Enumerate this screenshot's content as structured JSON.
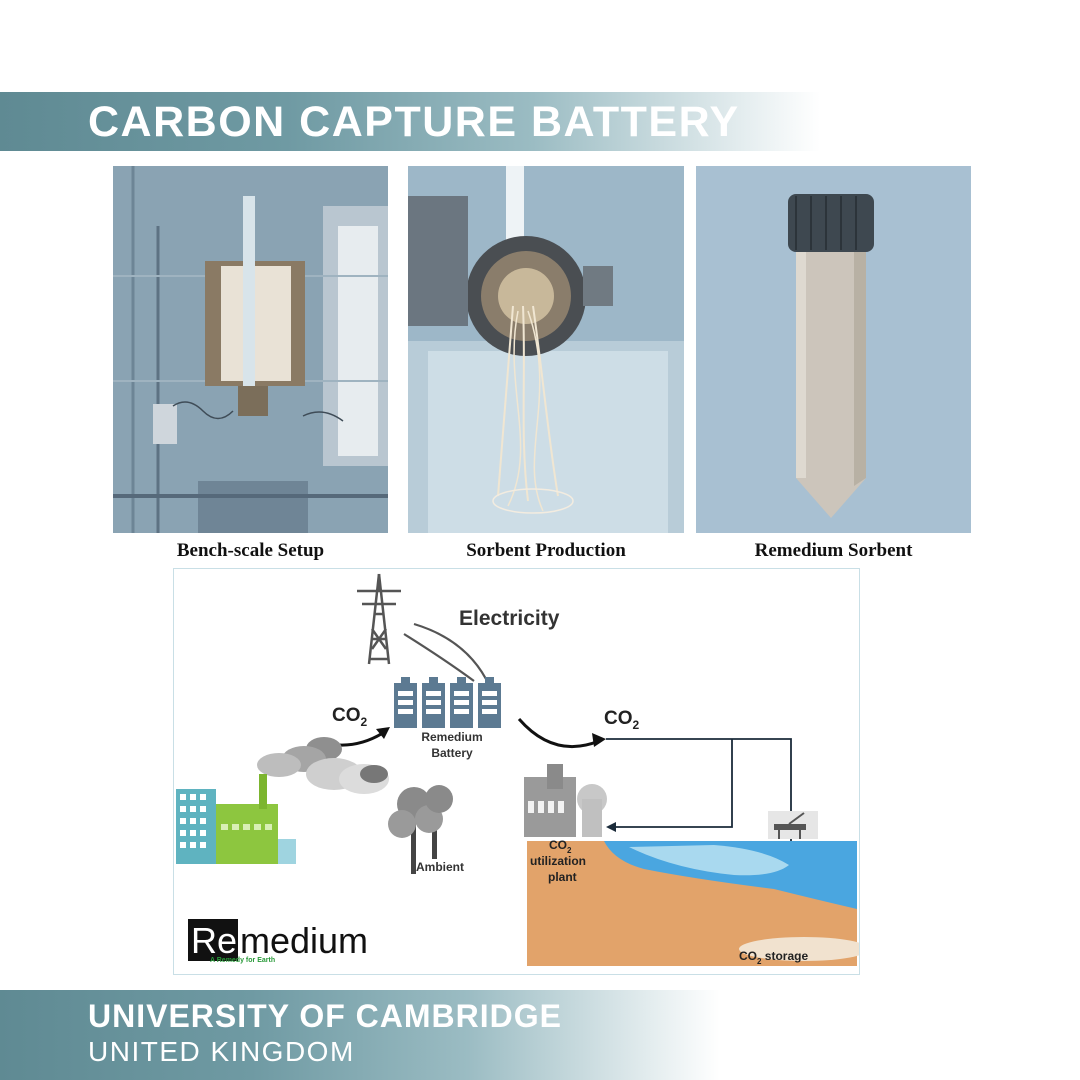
{
  "header": {
    "title": "CARBON CAPTURE BATTERY"
  },
  "photos": [
    {
      "caption": "Bench-scale Setup"
    },
    {
      "caption": "Sorbent Production"
    },
    {
      "caption": "Remedium Sorbent"
    }
  ],
  "diagram": {
    "electricity": "Electricity",
    "co2_left": "CO",
    "co2_right": "CO",
    "subscript": "2",
    "battery_line1": "Remedium",
    "battery_line2": "Battery",
    "ambient": "Ambient",
    "utilization_line1": "CO",
    "utilization_line2": "utilization",
    "utilization_line3": "plant",
    "storage": "CO",
    "storage_suffix": " storage",
    "logo_re": "Re",
    "logo_medium": "medium",
    "logo_tagline": "A Remedy for Earth"
  },
  "footer": {
    "university": "UNIVERSITY OF CAMBRIDGE",
    "country": "UNITED KINGDOM"
  }
}
